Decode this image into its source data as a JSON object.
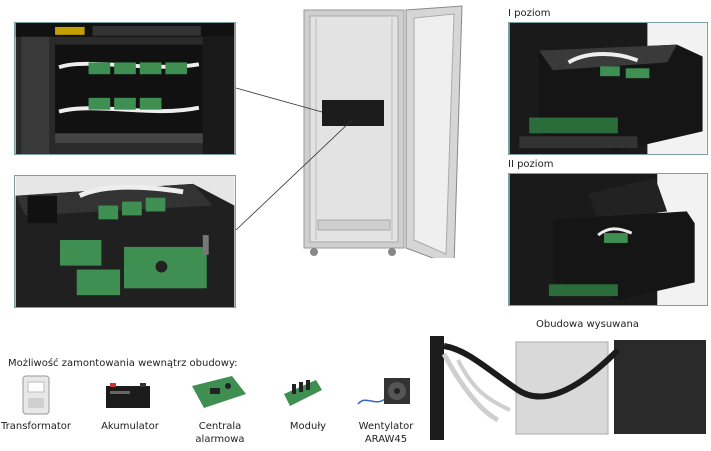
{
  "labels": {
    "level1": "I poziom",
    "level2": "II poziom",
    "slideout": "Obudowa wysuwana",
    "mounting_heading": "Możliwość zamontowania wewnątrz obudowy:"
  },
  "items": [
    {
      "label": "Transformator",
      "icon": "transformer-icon"
    },
    {
      "label": "Akumulator",
      "icon": "battery-icon"
    },
    {
      "label": "Centrala\nalarmowa",
      "icon": "alarm-panel-icon"
    },
    {
      "label": "Moduły",
      "icon": "modules-icon"
    },
    {
      "label": "Wentylator\nARAW45",
      "icon": "fan-icon"
    }
  ],
  "colors": {
    "frame": "#7aa0a4",
    "cabinet_dark": "#1c1c1c",
    "board_green": "#3f8f52",
    "cabinet_grey": "#c9c9c9"
  }
}
